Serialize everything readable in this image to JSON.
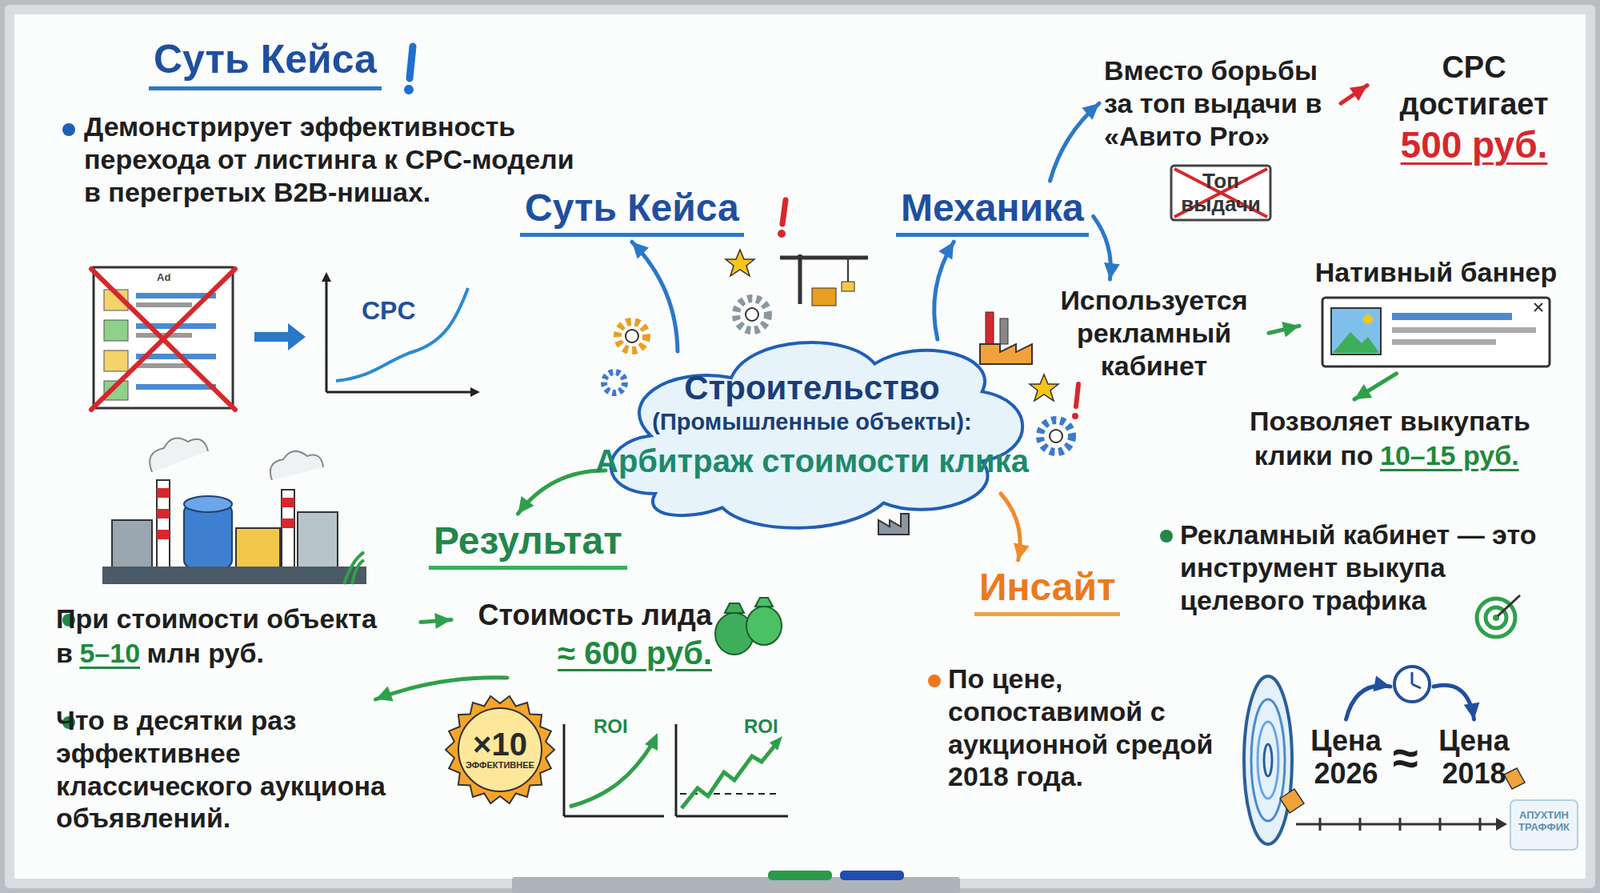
{
  "diagram": {
    "title": "Суть Кейса",
    "nodes": [
      {
        "text": [
          "Строительство",
          "(Промышленные объекты):",
          "Арбитраж стоимости клика"
        ]
      },
      {
        "text": [
          "Суть Кейса"
        ]
      },
      {
        "text": [
          "Механика"
        ]
      },
      {
        "text": [
          "Результат"
        ]
      },
      {
        "text": [
          "Инсайт"
        ]
      },
      {
        "text": [
          "Вместо борьбы за топ выдачи в «Авито Pro»"
        ]
      },
      {
        "text": [
          "Топ выдачи"
        ]
      },
      {
        "text": [
          "CPC достигает",
          "500 руб."
        ]
      },
      {
        "text": [
          "Используется рекламный кабинет"
        ]
      },
      {
        "text": [
          "Нативный баннер"
        ]
      },
      {
        "text": [
          "Позволяет выкупать клики по",
          "10–15 руб."
        ]
      },
      {
        "text": [
          "При стоимости объекта в",
          "5–10",
          "млн руб."
        ]
      },
      {
        "text": [
          "Стоимость лида",
          "≈ 600 руб."
        ]
      },
      {
        "text": [
          "Что в десятки раз эффективнее классического аукциона объявлений."
        ]
      },
      {
        "text": [
          "×10",
          "ЭФФЕКТИВНЕЕ"
        ]
      },
      {
        "text": [
          "Цена 2026"
        ]
      },
      {
        "text": [
          "Цена 2018"
        ]
      }
    ],
    "edges": [
      {
        "from": 0,
        "to": 1,
        "arrow": "to"
      },
      {
        "from": 0,
        "to": 2,
        "arrow": "to"
      },
      {
        "from": 0,
        "to": 3,
        "arrow": "to"
      },
      {
        "from": 0,
        "to": 4,
        "arrow": "to"
      },
      {
        "from": 2,
        "to": 5,
        "arrow": "to"
      },
      {
        "from": 2,
        "to": 8,
        "arrow": "to"
      },
      {
        "from": 5,
        "to": 7,
        "arrow": "to"
      },
      {
        "from": 8,
        "to": 9,
        "arrow": "to"
      },
      {
        "from": 9,
        "to": 10,
        "arrow": "to"
      },
      {
        "from": 11,
        "to": 12,
        "arrow": "to"
      },
      {
        "from": 12,
        "to": 13,
        "arrow": "to"
      },
      {
        "from": 15,
        "to": 16,
        "arrow": "to"
      }
    ],
    "labels": [
      "Демонстрирует эффективность перехода от листинга к CPC-модели в перегретых B2B-нишах.",
      "Ad",
      "CPC",
      "ROI",
      "ROI",
      "Рекламный кабинет — это инструмент выкупа целевого трафика",
      "По цене, сопоставимой с аукционной средой 2018 года.",
      "≈",
      "АПУХТИН ТРАФФИК"
    ]
  }
}
